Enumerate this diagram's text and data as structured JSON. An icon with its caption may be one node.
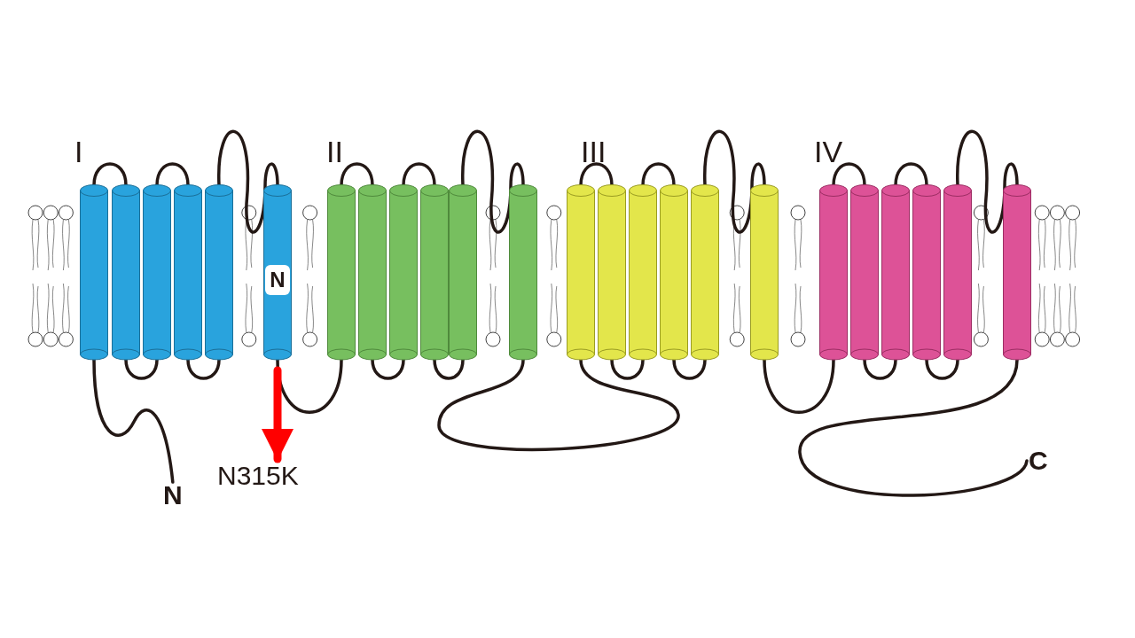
{
  "diagram": {
    "nodes": [
      {
        "text": [],
        "shape": "cylinder"
      },
      {
        "text": [],
        "shape": "cylinder"
      },
      {
        "text": [],
        "shape": "cylinder"
      },
      {
        "text": [],
        "shape": "cylinder"
      },
      {
        "text": [],
        "shape": "cylinder"
      },
      {
        "text": [
          "N"
        ]
      },
      {
        "text": [],
        "shape": "cylinder"
      },
      {
        "text": [],
        "shape": "cylinder"
      },
      {
        "text": [],
        "shape": "cylinder"
      },
      {
        "text": [],
        "shape": "cylinder"
      },
      {
        "text": [],
        "shape": "cylinder"
      },
      {
        "text": [],
        "shape": "cylinder"
      },
      {
        "text": [],
        "shape": "cylinder"
      },
      {
        "text": [],
        "shape": "cylinder"
      },
      {
        "text": [],
        "shape": "cylinder"
      },
      {
        "text": [],
        "shape": "cylinder"
      },
      {
        "text": [],
        "shape": "cylinder"
      },
      {
        "text": [],
        "shape": "cylinder"
      },
      {
        "text": [],
        "shape": "cylinder"
      },
      {
        "text": [],
        "shape": "cylinder"
      },
      {
        "text": [],
        "shape": "cylinder"
      },
      {
        "text": [],
        "shape": "cylinder"
      },
      {
        "text": [],
        "shape": "cylinder"
      },
      {
        "text": [],
        "shape": "cylinder"
      },
      {
        "text": [
          "N"
        ]
      },
      {
        "text": [
          "N315K"
        ]
      },
      {
        "text": [
          "C"
        ]
      }
    ],
    "edges": [
      {
        "from": 0,
        "to": 24,
        "arrow": "none"
      },
      {
        "from": 0,
        "to": 1,
        "arrow": "none"
      },
      {
        "from": 1,
        "to": 2,
        "arrow": "none"
      },
      {
        "from": 2,
        "to": 3,
        "arrow": "none"
      },
      {
        "from": 3,
        "to": 4,
        "arrow": "none"
      },
      {
        "from": 4,
        "to": 5,
        "arrow": "none"
      },
      {
        "from": 5,
        "to": 6,
        "arrow": "none"
      },
      {
        "from": 6,
        "to": 7,
        "arrow": "none"
      },
      {
        "from": 7,
        "to": 8,
        "arrow": "none"
      },
      {
        "from": 8,
        "to": 9,
        "arrow": "none"
      },
      {
        "from": 9,
        "to": 10,
        "arrow": "none"
      },
      {
        "from": 10,
        "to": 11,
        "arrow": "none"
      },
      {
        "from": 11,
        "to": 12,
        "arrow": "none"
      },
      {
        "from": 12,
        "to": 13,
        "arrow": "none"
      },
      {
        "from": 13,
        "to": 14,
        "arrow": "none"
      },
      {
        "from": 14,
        "to": 15,
        "arrow": "none"
      },
      {
        "from": 15,
        "to": 16,
        "arrow": "none"
      },
      {
        "from": 16,
        "to": 17,
        "arrow": "none"
      },
      {
        "from": 17,
        "to": 18,
        "arrow": "none"
      },
      {
        "from": 18,
        "to": 19,
        "arrow": "none"
      },
      {
        "from": 19,
        "to": 20,
        "arrow": "none"
      },
      {
        "from": 20,
        "to": 21,
        "arrow": "none"
      },
      {
        "from": 21,
        "to": 22,
        "arrow": "none"
      },
      {
        "from": 22,
        "to": 23,
        "arrow": "none"
      },
      {
        "from": 23,
        "to": 26,
        "arrow": "none"
      },
      {
        "from": 5,
        "to": 25,
        "arrow": "to",
        "style": "thick",
        "color": "#ff0000"
      }
    ],
    "labels": [
      "I",
      "II",
      "III",
      "IV"
    ]
  }
}
